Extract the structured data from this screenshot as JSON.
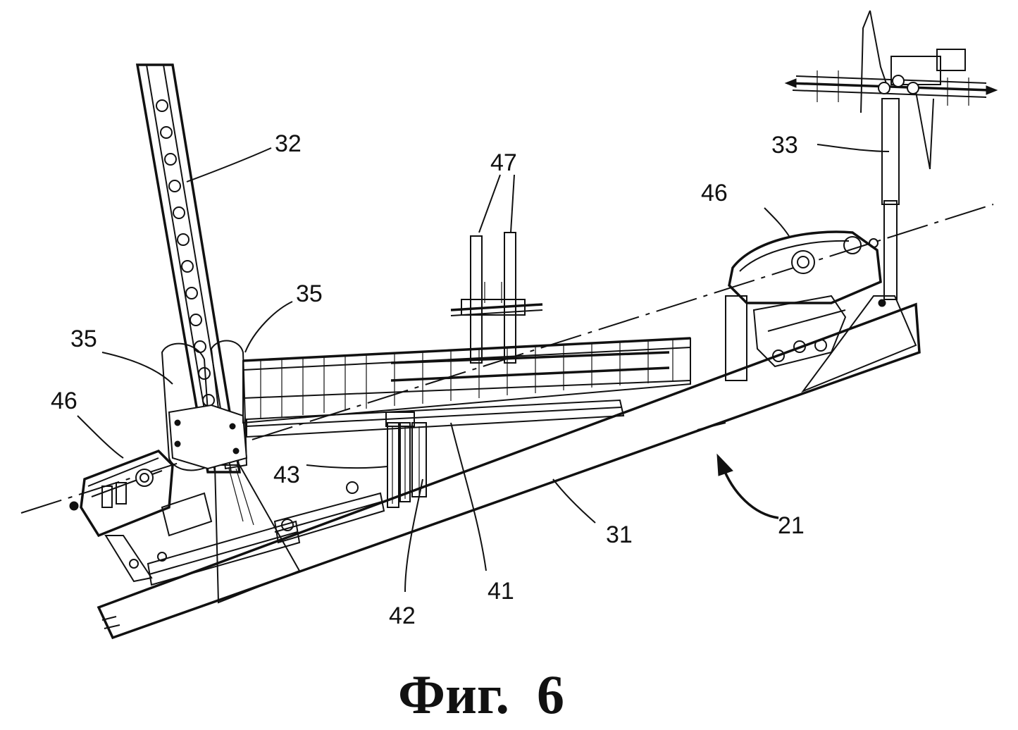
{
  "figure": {
    "caption": "Фиг.  6",
    "labels": {
      "l32": "32",
      "l47": "47",
      "l33": "33",
      "l46_right": "46",
      "l35_upper": "35",
      "l35_left": "35",
      "l46_left": "46",
      "l43": "43",
      "l31": "31",
      "l21": "21",
      "l41": "41",
      "l42": "42"
    }
  }
}
